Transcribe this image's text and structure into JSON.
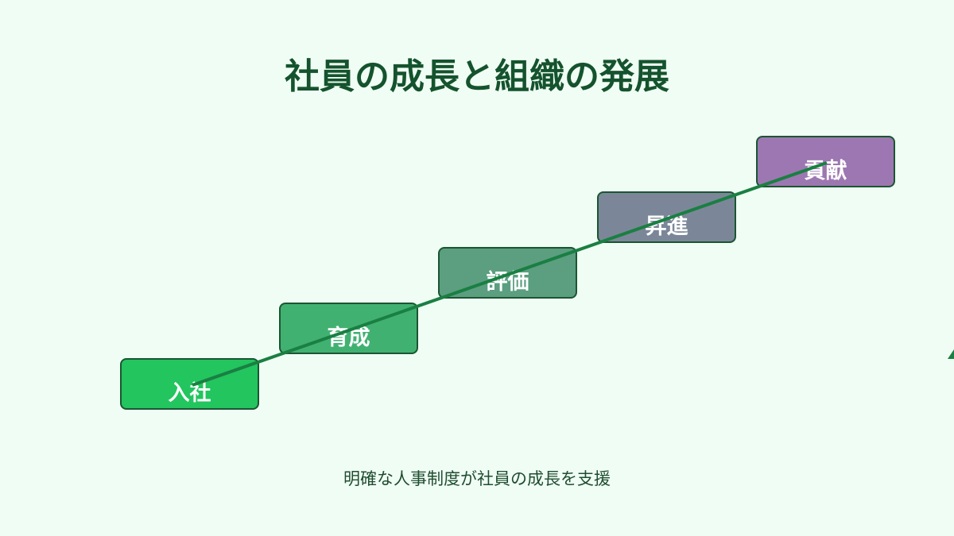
{
  "title": "社員の成長と組織の発展",
  "steps": [
    {
      "label": "入社",
      "color": "#22c55e"
    },
    {
      "label": "育成",
      "color": "#41b172"
    },
    {
      "label": "評価",
      "color": "#5b9e80"
    },
    {
      "label": "昇進",
      "color": "#7b8798"
    },
    {
      "label": "貢献",
      "color": "#9d77b1"
    }
  ],
  "subtitle": "明確な人事制度が社員の成長を支援",
  "line_color": "#1a7f42"
}
